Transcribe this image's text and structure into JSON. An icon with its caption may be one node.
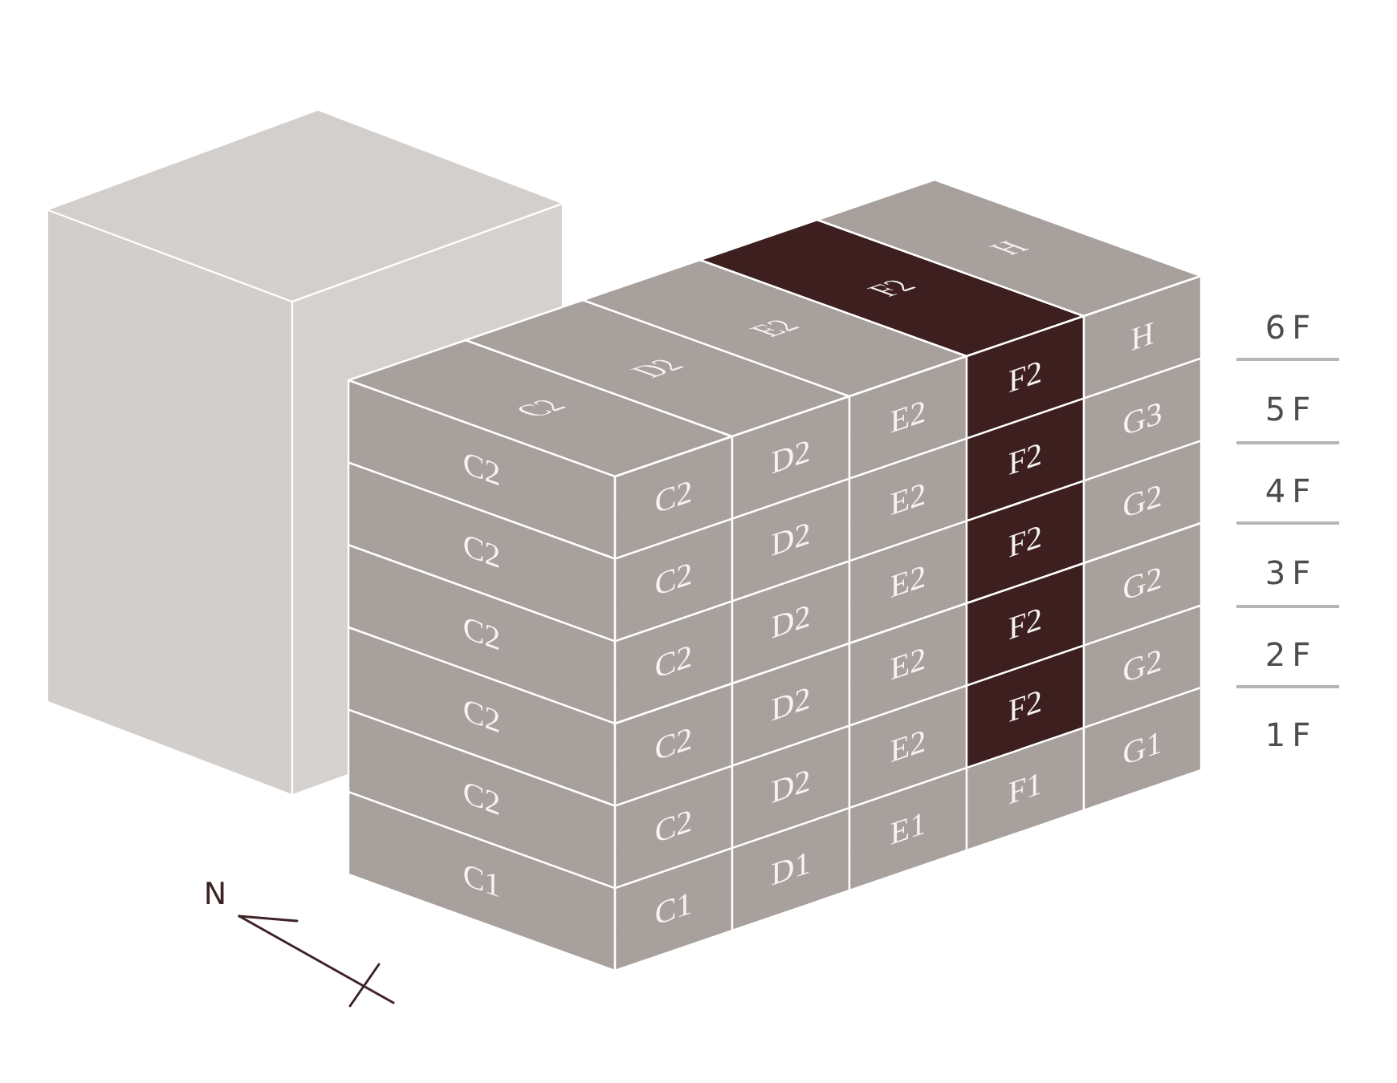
{
  "diagram": {
    "nodes": [
      {
        "text": [
          "C2"
        ]
      },
      {
        "text": [
          "D2"
        ]
      },
      {
        "text": [
          "E2"
        ]
      },
      {
        "text": [
          "F2"
        ]
      },
      {
        "text": [
          "H"
        ]
      },
      {
        "text": [
          "C2"
        ]
      },
      {
        "text": [
          "C2"
        ]
      },
      {
        "text": [
          "D2"
        ]
      },
      {
        "text": [
          "E2"
        ]
      },
      {
        "text": [
          "F2"
        ]
      },
      {
        "text": [
          "H"
        ]
      },
      {
        "text": [
          "C2"
        ]
      },
      {
        "text": [
          "C2"
        ]
      },
      {
        "text": [
          "D2"
        ]
      },
      {
        "text": [
          "E2"
        ]
      },
      {
        "text": [
          "F2"
        ]
      },
      {
        "text": [
          "G3"
        ]
      },
      {
        "text": [
          "C2"
        ]
      },
      {
        "text": [
          "C2"
        ]
      },
      {
        "text": [
          "D2"
        ]
      },
      {
        "text": [
          "E2"
        ]
      },
      {
        "text": [
          "F2"
        ]
      },
      {
        "text": [
          "G2"
        ]
      },
      {
        "text": [
          "C2"
        ]
      },
      {
        "text": [
          "C2"
        ]
      },
      {
        "text": [
          "D2"
        ]
      },
      {
        "text": [
          "E2"
        ]
      },
      {
        "text": [
          "F2"
        ]
      },
      {
        "text": [
          "G2"
        ]
      },
      {
        "text": [
          "C2"
        ]
      },
      {
        "text": [
          "C2"
        ]
      },
      {
        "text": [
          "D2"
        ]
      },
      {
        "text": [
          "E2"
        ]
      },
      {
        "text": [
          "F2"
        ]
      },
      {
        "text": [
          "G2"
        ]
      },
      {
        "text": [
          "C1"
        ]
      },
      {
        "text": [
          "C1"
        ]
      },
      {
        "text": [
          "D1"
        ]
      },
      {
        "text": [
          "E1"
        ]
      },
      {
        "text": [
          "F1"
        ]
      },
      {
        "text": [
          "G1"
        ]
      }
    ],
    "labels": [
      "6F",
      "5F",
      "4F",
      "3F",
      "2F",
      "1F",
      "N"
    ]
  }
}
